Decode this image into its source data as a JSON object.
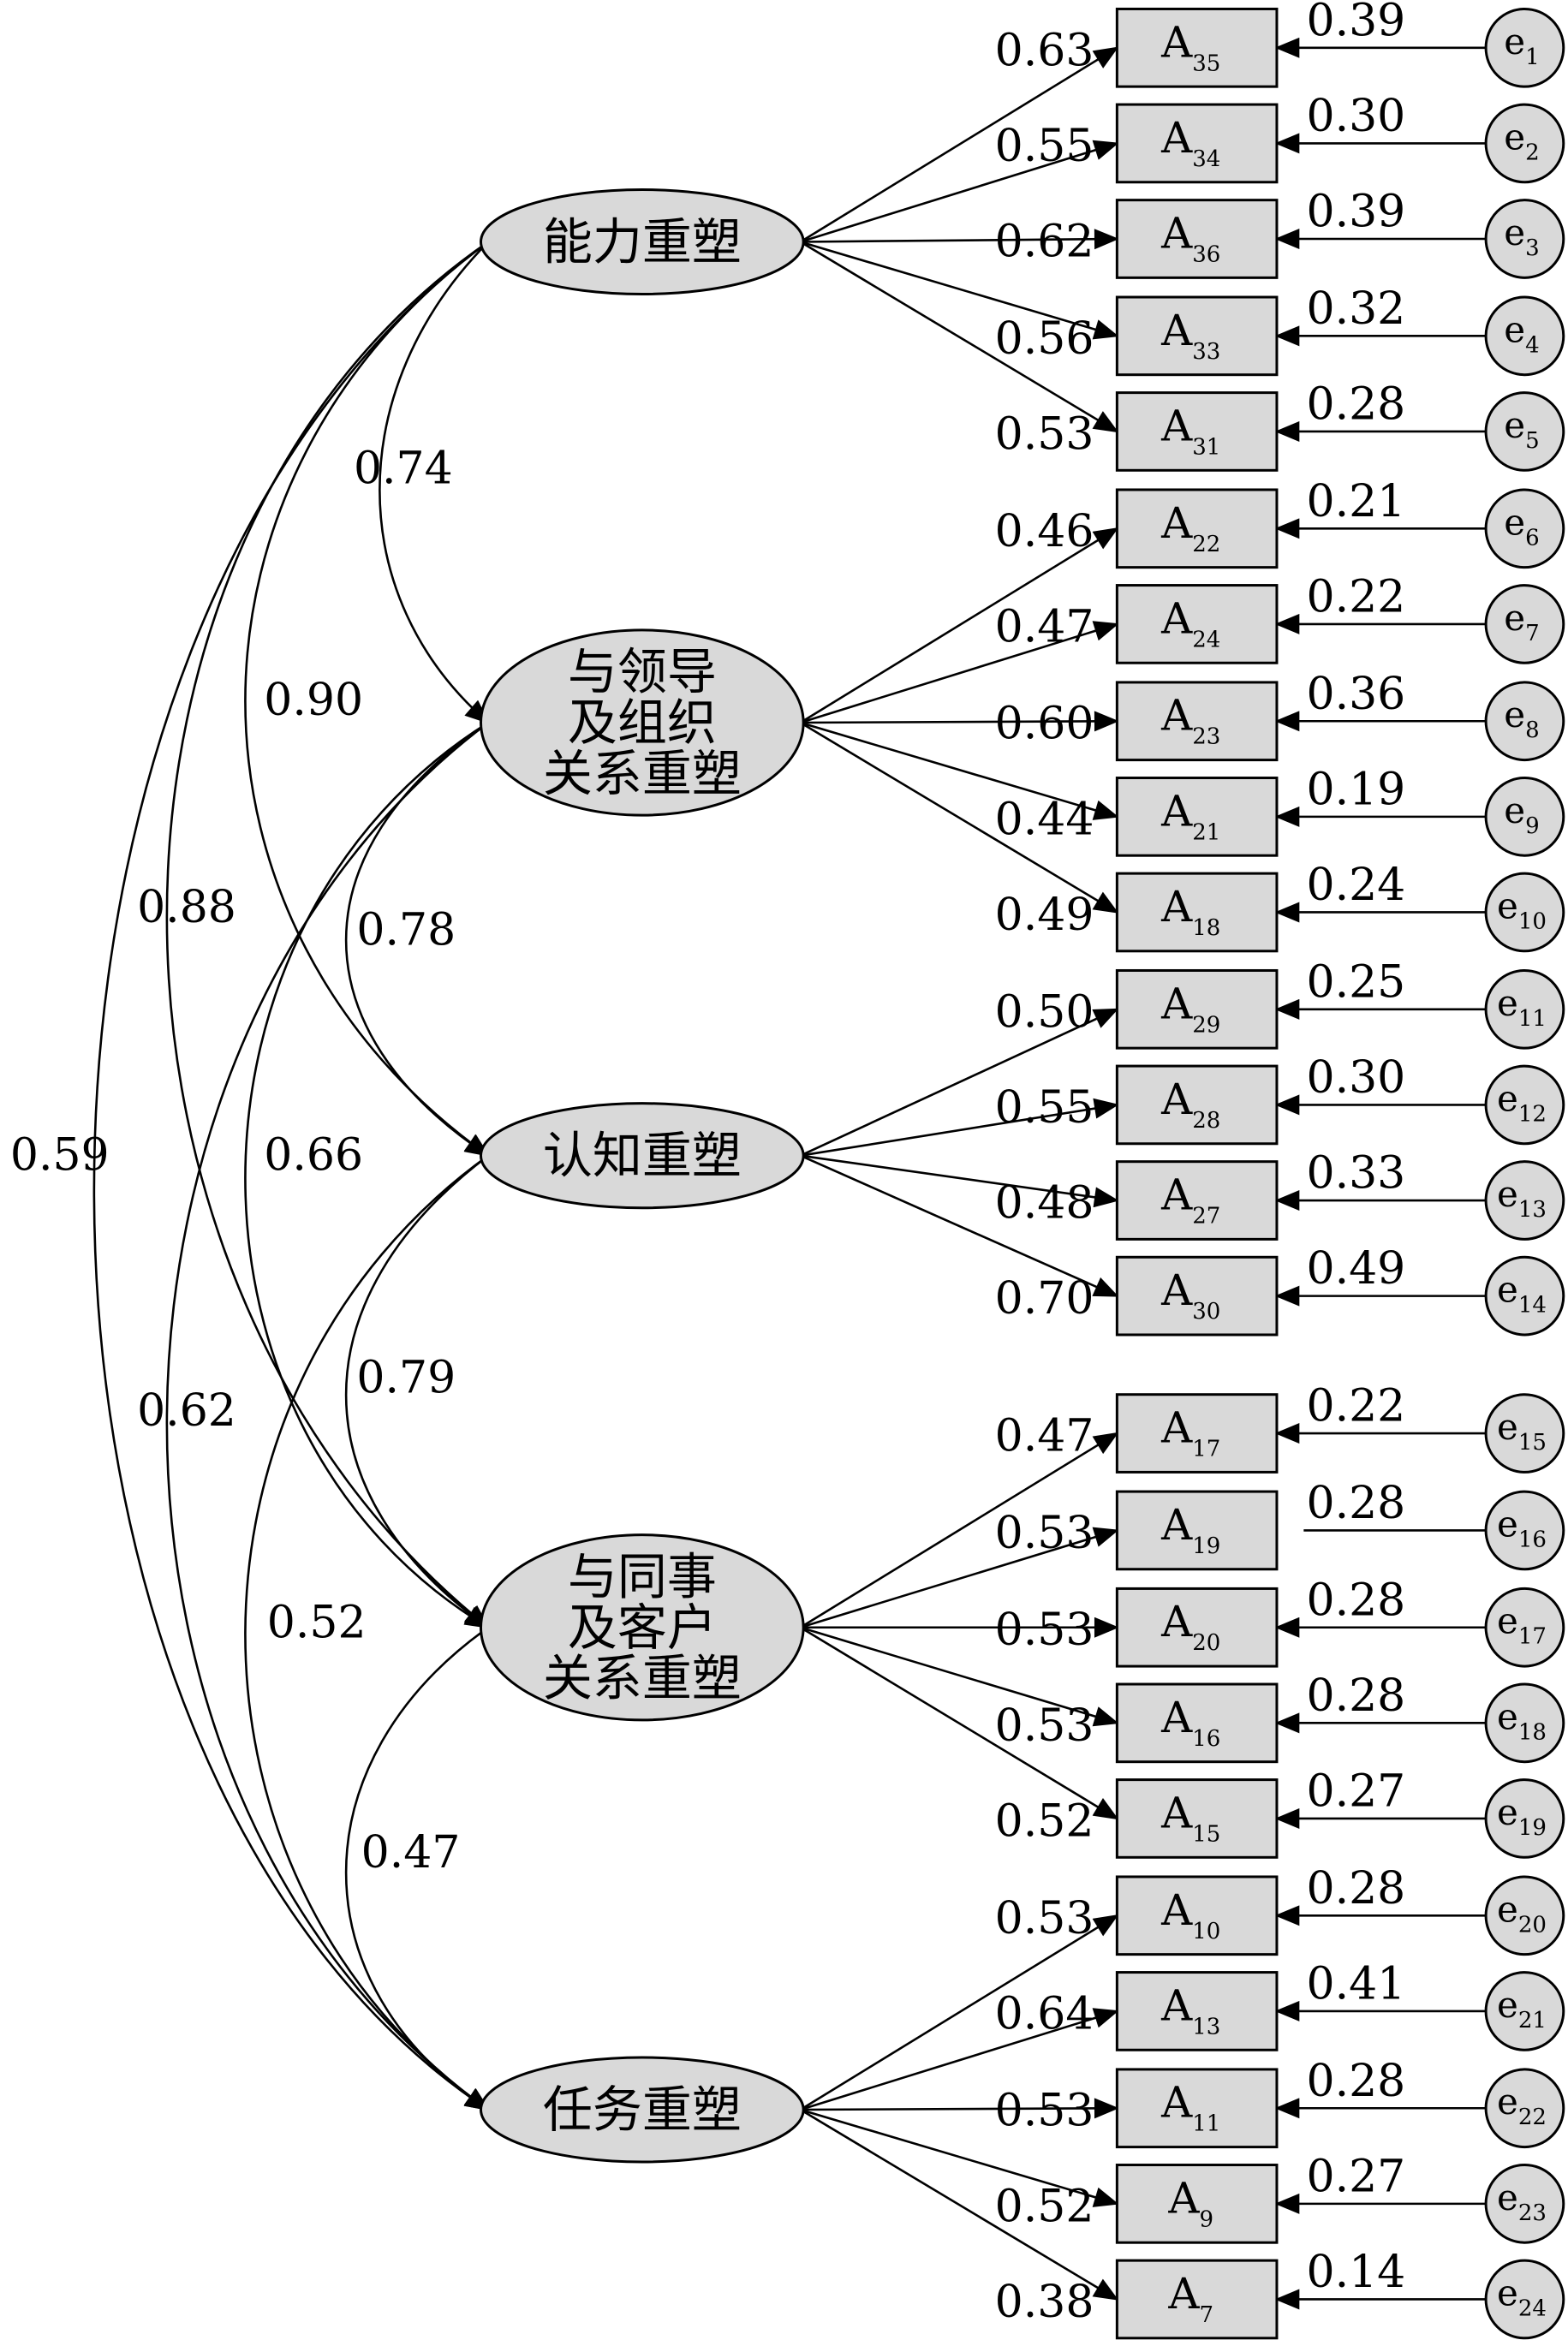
{
  "latents": [
    {
      "id": "能力重塑",
      "lines": [
        "能力重塑"
      ]
    },
    {
      "id": "与领导及组织关系重塑",
      "lines": [
        "与领导",
        "及组织",
        "关系重塑"
      ]
    },
    {
      "id": "认知重塑",
      "lines": [
        "认知重塑"
      ]
    },
    {
      "id": "与同事及客户关系重塑",
      "lines": [
        "与同事",
        "及客户",
        "关系重塑"
      ]
    },
    {
      "id": "任务重塑",
      "lines": [
        "任务重塑"
      ]
    }
  ],
  "indicators": [
    {
      "base": "A",
      "sub": "35",
      "latent": 0,
      "loading": "0.63",
      "error": {
        "base": "e",
        "sub": "1"
      },
      "error_value": "0.39",
      "error_arrow": true
    },
    {
      "base": "A",
      "sub": "34",
      "latent": 0,
      "loading": "0.55",
      "error": {
        "base": "e",
        "sub": "2"
      },
      "error_value": "0.30",
      "error_arrow": true
    },
    {
      "base": "A",
      "sub": "36",
      "latent": 0,
      "loading": "0.62",
      "error": {
        "base": "e",
        "sub": "3"
      },
      "error_value": "0.39",
      "error_arrow": true
    },
    {
      "base": "A",
      "sub": "33",
      "latent": 0,
      "loading": "0.56",
      "error": {
        "base": "e",
        "sub": "4"
      },
      "error_value": "0.32",
      "error_arrow": true
    },
    {
      "base": "A",
      "sub": "31",
      "latent": 0,
      "loading": "0.53",
      "error": {
        "base": "e",
        "sub": "5"
      },
      "error_value": "0.28",
      "error_arrow": true
    },
    {
      "base": "A",
      "sub": "22",
      "latent": 1,
      "loading": "0.46",
      "error": {
        "base": "e",
        "sub": "6"
      },
      "error_value": "0.21",
      "error_arrow": true
    },
    {
      "base": "A",
      "sub": "24",
      "latent": 1,
      "loading": "0.47",
      "error": {
        "base": "e",
        "sub": "7"
      },
      "error_value": "0.22",
      "error_arrow": true
    },
    {
      "base": "A",
      "sub": "23",
      "latent": 1,
      "loading": "0.60",
      "error": {
        "base": "e",
        "sub": "8"
      },
      "error_value": "0.36",
      "error_arrow": true
    },
    {
      "base": "A",
      "sub": "21",
      "latent": 1,
      "loading": "0.44",
      "error": {
        "base": "e",
        "sub": "9"
      },
      "error_value": "0.19",
      "error_arrow": true
    },
    {
      "base": "A",
      "sub": "18",
      "latent": 1,
      "loading": "0.49",
      "error": {
        "base": "e",
        "sub": "10"
      },
      "error_value": "0.24",
      "error_arrow": true
    },
    {
      "base": "A",
      "sub": "29",
      "latent": 2,
      "loading": "0.50",
      "error": {
        "base": "e",
        "sub": "11"
      },
      "error_value": "0.25",
      "error_arrow": true
    },
    {
      "base": "A",
      "sub": "28",
      "latent": 2,
      "loading": "0.55",
      "error": {
        "base": "e",
        "sub": "12"
      },
      "error_value": "0.30",
      "error_arrow": true
    },
    {
      "base": "A",
      "sub": "27",
      "latent": 2,
      "loading": "0.48",
      "error": {
        "base": "e",
        "sub": "13"
      },
      "error_value": "0.33",
      "error_arrow": true
    },
    {
      "base": "A",
      "sub": "30",
      "latent": 2,
      "loading": "0.70",
      "error": {
        "base": "e",
        "sub": "14"
      },
      "error_value": "0.49",
      "error_arrow": true
    },
    {
      "base": "A",
      "sub": "17",
      "latent": 3,
      "loading": "0.47",
      "error": {
        "base": "e",
        "sub": "15"
      },
      "error_value": "0.22",
      "error_arrow": true
    },
    {
      "base": "A",
      "sub": "19",
      "latent": 3,
      "loading": "0.53",
      "error": {
        "base": "e",
        "sub": "16"
      },
      "error_value": "0.28",
      "error_arrow": false
    },
    {
      "base": "A",
      "sub": "20",
      "latent": 3,
      "loading": "0.53",
      "error": {
        "base": "e",
        "sub": "17"
      },
      "error_value": "0.28",
      "error_arrow": true
    },
    {
      "base": "A",
      "sub": "16",
      "latent": 3,
      "loading": "0.53",
      "error": {
        "base": "e",
        "sub": "18"
      },
      "error_value": "0.28",
      "error_arrow": true
    },
    {
      "base": "A",
      "sub": "15",
      "latent": 3,
      "loading": "0.52",
      "error": {
        "base": "e",
        "sub": "19"
      },
      "error_value": "0.27",
      "error_arrow": true
    },
    {
      "base": "A",
      "sub": "10",
      "latent": 4,
      "loading": "0.53",
      "error": {
        "base": "e",
        "sub": "20"
      },
      "error_value": "0.28",
      "error_arrow": true
    },
    {
      "base": "A",
      "sub": "13",
      "latent": 4,
      "loading": "0.64",
      "error": {
        "base": "e",
        "sub": "21"
      },
      "error_value": "0.41",
      "error_arrow": true
    },
    {
      "base": "A",
      "sub": "11",
      "latent": 4,
      "loading": "0.53",
      "error": {
        "base": "e",
        "sub": "22"
      },
      "error_value": "0.28",
      "error_arrow": true
    },
    {
      "base": "A",
      "sub": "9",
      "latent": 4,
      "loading": "0.52",
      "error": {
        "base": "e",
        "sub": "23"
      },
      "error_value": "0.27",
      "error_arrow": true
    },
    {
      "base": "A",
      "sub": "7",
      "latent": 4,
      "loading": "0.38",
      "error": {
        "base": "e",
        "sub": "24"
      },
      "error_value": "0.14",
      "error_arrow": true
    }
  ],
  "correlations": [
    {
      "from": 0,
      "to": 1,
      "value": "0.74"
    },
    {
      "from": 0,
      "to": 2,
      "value": "0.90"
    },
    {
      "from": 0,
      "to": 3,
      "value": "0.88"
    },
    {
      "from": 0,
      "to": 4,
      "value": "0.59"
    },
    {
      "from": 1,
      "to": 2,
      "value": "0.78"
    },
    {
      "from": 1,
      "to": 3,
      "value": "0.66"
    },
    {
      "from": 1,
      "to": 4,
      "value": "0.62"
    },
    {
      "from": 2,
      "to": 3,
      "value": "0.79"
    },
    {
      "from": 2,
      "to": 4,
      "value": "0.52"
    },
    {
      "from": 3,
      "to": 4,
      "value": "0.47"
    }
  ]
}
